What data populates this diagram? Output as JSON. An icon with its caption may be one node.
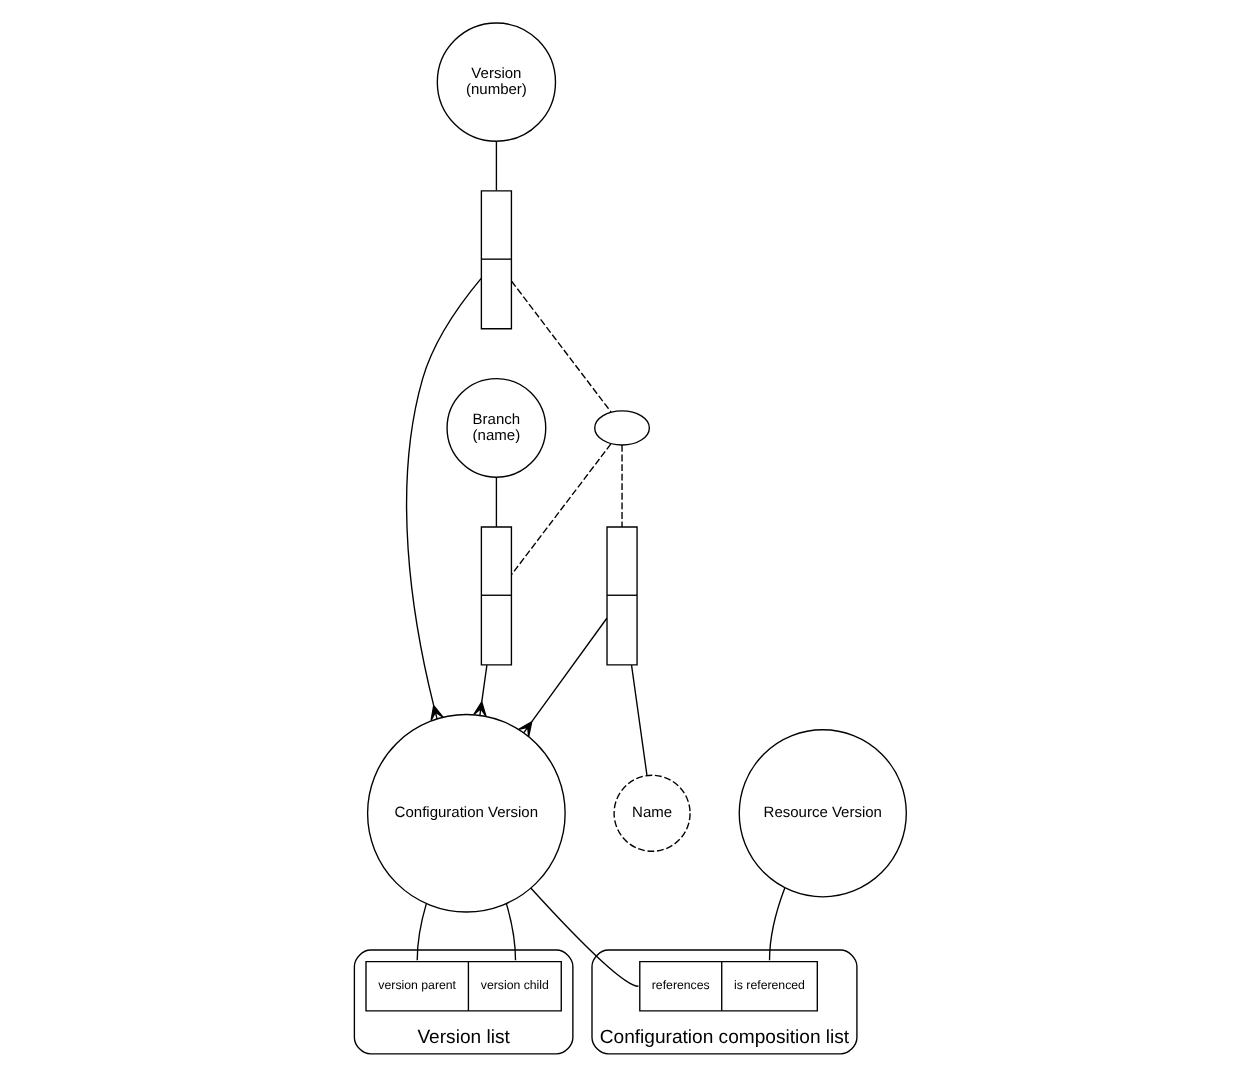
{
  "diagram": {
    "nodes": [
      {
        "text": [
          "Version",
          "(number)"
        ]
      },
      {
        "text": [
          "Branch",
          "(name)"
        ]
      },
      {
        "text": [
          "Configuration composition list"
        ]
      },
      {
        "text": [
          "references",
          "is referenced"
        ],
        "in": 2
      },
      {
        "text": [
          "Resource Version"
        ]
      },
      {
        "text": [],
        "shape": "bar"
      },
      {
        "text": [],
        "shape": "ellipse"
      },
      {
        "text": [],
        "shape": "bar"
      },
      {
        "text": [
          "Configuration Version"
        ]
      },
      {
        "text": [],
        "shape": "bar"
      },
      {
        "text": [
          "Version list"
        ]
      },
      {
        "text": [
          "version parent",
          "version child"
        ],
        "in": 10
      },
      {
        "text": [
          "Name"
        ]
      }
    ],
    "edges": [
      {
        "from": 0,
        "to": 5,
        "arrow": "none"
      },
      {
        "from": 1,
        "to": 7,
        "arrow": "none"
      },
      {
        "from": 5,
        "to": 6,
        "arrow": "none",
        "style": "dashed"
      },
      {
        "from": 6,
        "to": 7,
        "arrow": "none",
        "style": "dashed"
      },
      {
        "from": 6,
        "to": 9,
        "arrow": "none",
        "style": "dashed"
      },
      {
        "from": 5,
        "to": 8,
        "arrow": "other"
      },
      {
        "from": 7,
        "to": 8,
        "arrow": "other"
      },
      {
        "from": 9,
        "to": 8,
        "arrow": "other"
      },
      {
        "from": 8,
        "to": 3,
        "arrow": "none"
      },
      {
        "from": 3,
        "to": 4,
        "arrow": "none"
      },
      {
        "from": 8,
        "to": 11,
        "arrow": "none"
      },
      {
        "from": 8,
        "to": 11,
        "arrow": "none"
      },
      {
        "from": 9,
        "to": 12,
        "arrow": "none"
      }
    ]
  }
}
